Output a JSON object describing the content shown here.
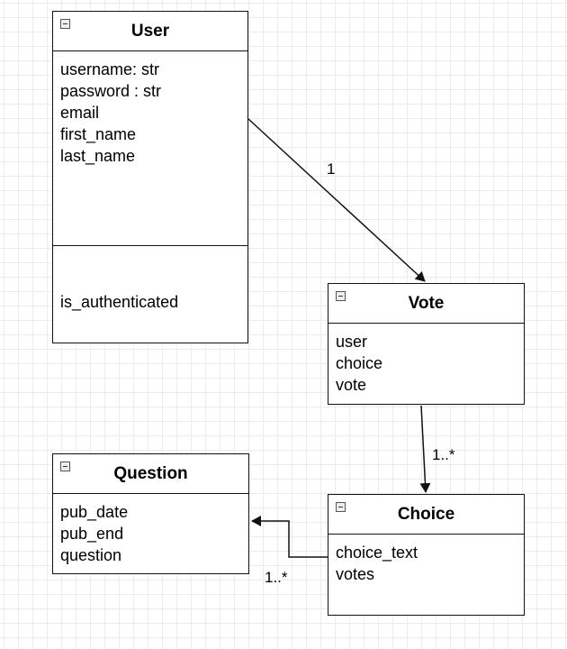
{
  "classes": {
    "user": {
      "name": "User",
      "attributes": [
        "username: str",
        "password : str",
        "email",
        "first_name",
        "last_name"
      ],
      "operations": [
        "is_authenticated"
      ]
    },
    "vote": {
      "name": "Vote",
      "attributes": [
        "user",
        "choice",
        "vote"
      ]
    },
    "question": {
      "name": "Question",
      "attributes": [
        "pub_date",
        "pub_end",
        "question"
      ]
    },
    "choice": {
      "name": "Choice",
      "attributes": [
        "choice_text",
        "votes"
      ]
    }
  },
  "associations": [
    {
      "from": "User",
      "to": "Vote",
      "multiplicity": "1"
    },
    {
      "from": "Vote",
      "to": "Choice",
      "multiplicity": "1..*"
    },
    {
      "from": "Choice",
      "to": "Question",
      "multiplicity": "1..*"
    }
  ],
  "colors": {
    "line": "#111111",
    "grid": "#ececec"
  }
}
